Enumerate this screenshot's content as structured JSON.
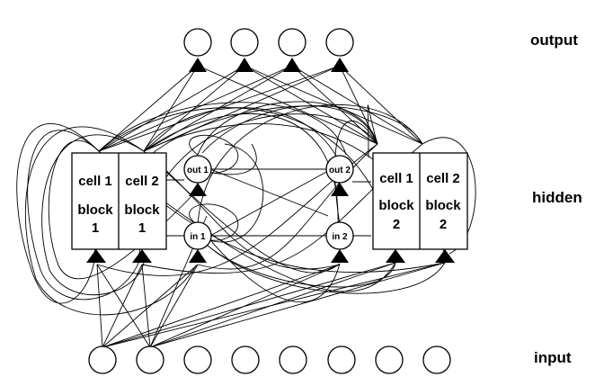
{
  "layers": {
    "output": "output",
    "hidden": "hidden",
    "input": "input"
  },
  "block1": {
    "cell1": {
      "line1": "cell 1",
      "line2": "block",
      "line3": "1"
    },
    "cell2": {
      "line1": "cell 2",
      "line2": "block",
      "line3": "1"
    },
    "in_gate": "in 1",
    "out_gate": "out 1"
  },
  "block2": {
    "cell1": {
      "line1": "cell 1",
      "line2": "block",
      "line3": "2"
    },
    "cell2": {
      "line1": "cell 2",
      "line2": "block",
      "line3": "2"
    },
    "in_gate": "in 2",
    "out_gate": "out 2"
  },
  "output_units": 4,
  "input_units": 8
}
